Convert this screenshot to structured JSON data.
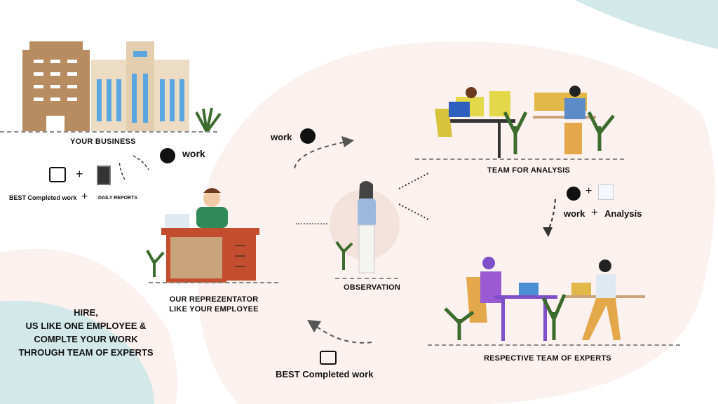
{
  "nodes": {
    "business": "YOUR BUSINESS",
    "representative_line1": "OUR REPREZENTATOR",
    "representative_line2": "LIKE YOUR EMPLOYEE",
    "observation": "OBSERVATION",
    "analysis_team": "TEAM FOR ANALYSIS",
    "experts_team": "RESPECTIVE TEAM OF EXPERTS"
  },
  "flows": {
    "work_right": "work",
    "work_top": "work",
    "best_completed_left": "BEST Completed work",
    "plus": "+",
    "daily_reports": "DAILY REPORTS",
    "work_analysis_work": "work",
    "work_analysis_plus": "+",
    "work_analysis_analysis": "Analysis",
    "best_completed_bottom": "BEST Completed work"
  },
  "tagline": [
    "HIRE,",
    "US LIKE ONE EMPLOYEE &",
    "COMPLTE  YOUR WORK",
    "THROUGH TEAM OF EXPERTS"
  ],
  "colors": {
    "blob_pink": "#fbf1ee",
    "blob_teal": "#d3e8e8",
    "building_brown": "#b88c61",
    "building_cream": "#ecdcc3",
    "window_blue": "#5aa6e0",
    "desk_red": "#c24e2f"
  }
}
